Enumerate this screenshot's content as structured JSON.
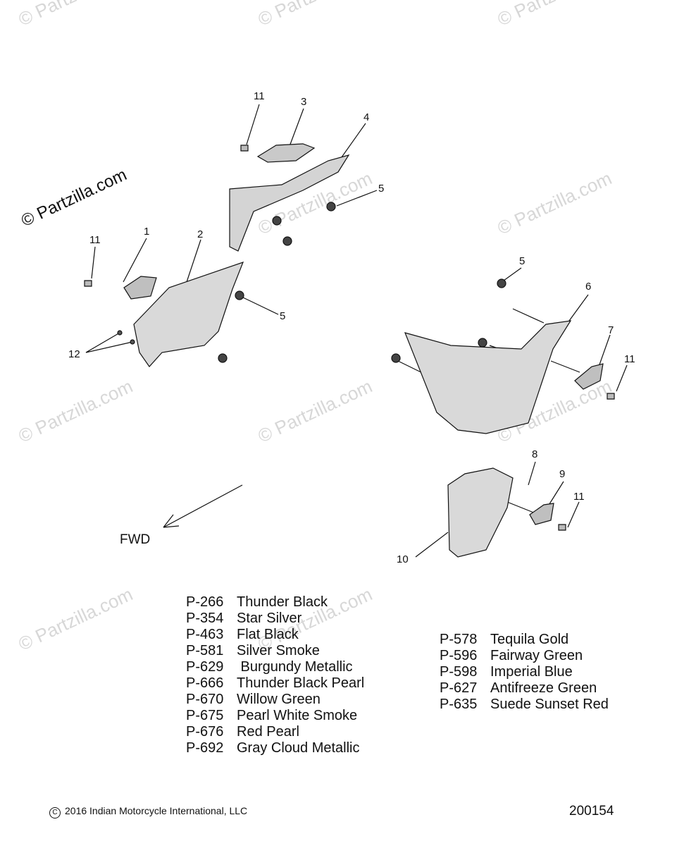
{
  "watermarks": [
    "© Partzilla.com",
    "© Partzilla.com",
    "© Partzilla.com",
    "© Partzilla.com",
    "© Partzilla.com",
    "© Partzilla.com",
    "© Partzilla.com",
    "© Partzilla.com",
    "© Partzilla.com",
    "© Partzilla.com"
  ],
  "main_watermark": "© Partzilla.com",
  "callouts": [
    "11",
    "3",
    "4",
    "5",
    "1",
    "2",
    "11",
    "5",
    "12",
    "5",
    "6",
    "7",
    "11",
    "8",
    "9",
    "11",
    "10"
  ],
  "fwd_label": "FWD",
  "paint_codes_left": [
    {
      "code": "P-266",
      "name": "Thunder Black"
    },
    {
      "code": "P-354",
      "name": "Star Silver"
    },
    {
      "code": "P-463",
      "name": "Flat Black"
    },
    {
      "code": "P-581",
      "name": "Silver Smoke"
    },
    {
      "code": "P-629",
      "name": " Burgundy Metallic"
    },
    {
      "code": "P-666",
      "name": "Thunder Black Pearl"
    },
    {
      "code": "P-670",
      "name": "Willow Green"
    },
    {
      "code": "P-675",
      "name": "Pearl White Smoke"
    },
    {
      "code": "P-676",
      "name": "Red Pearl"
    },
    {
      "code": "P-692",
      "name": "Gray Cloud Metallic"
    }
  ],
  "paint_codes_right": [
    {
      "code": "P-578",
      "name": "Tequila Gold"
    },
    {
      "code": "P-596",
      "name": "Fairway Green"
    },
    {
      "code": "P-598",
      "name": "Imperial Blue"
    },
    {
      "code": "P-627",
      "name": "Antifreeze Green"
    },
    {
      "code": "P-635",
      "name": "Suede Sunset Red"
    }
  ],
  "footer": {
    "copyright_symbol": "C",
    "copyright": "2016 Indian Motorcycle International, LLC",
    "diagram_number": "200154"
  }
}
